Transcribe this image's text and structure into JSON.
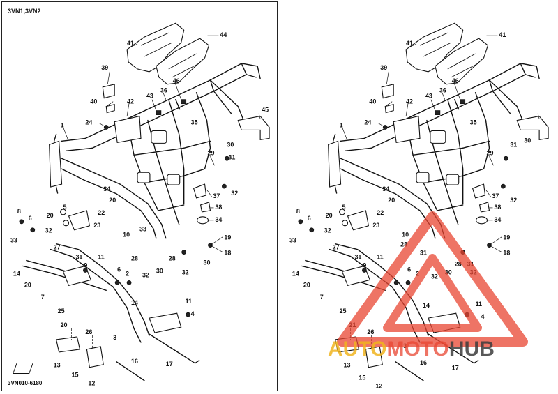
{
  "left_panel": {
    "model_label": "3VN1,3VN2",
    "drawing_code": "3VN010-6180"
  },
  "watermark": {
    "part1": "AUTO",
    "part2": "MOTO",
    "part3": "HUB"
  },
  "colors": {
    "line": "#111111",
    "watermark_red": "#e84632",
    "watermark_yellow": "#f0b41e",
    "watermark_gray": "#3c3c3c"
  }
}
